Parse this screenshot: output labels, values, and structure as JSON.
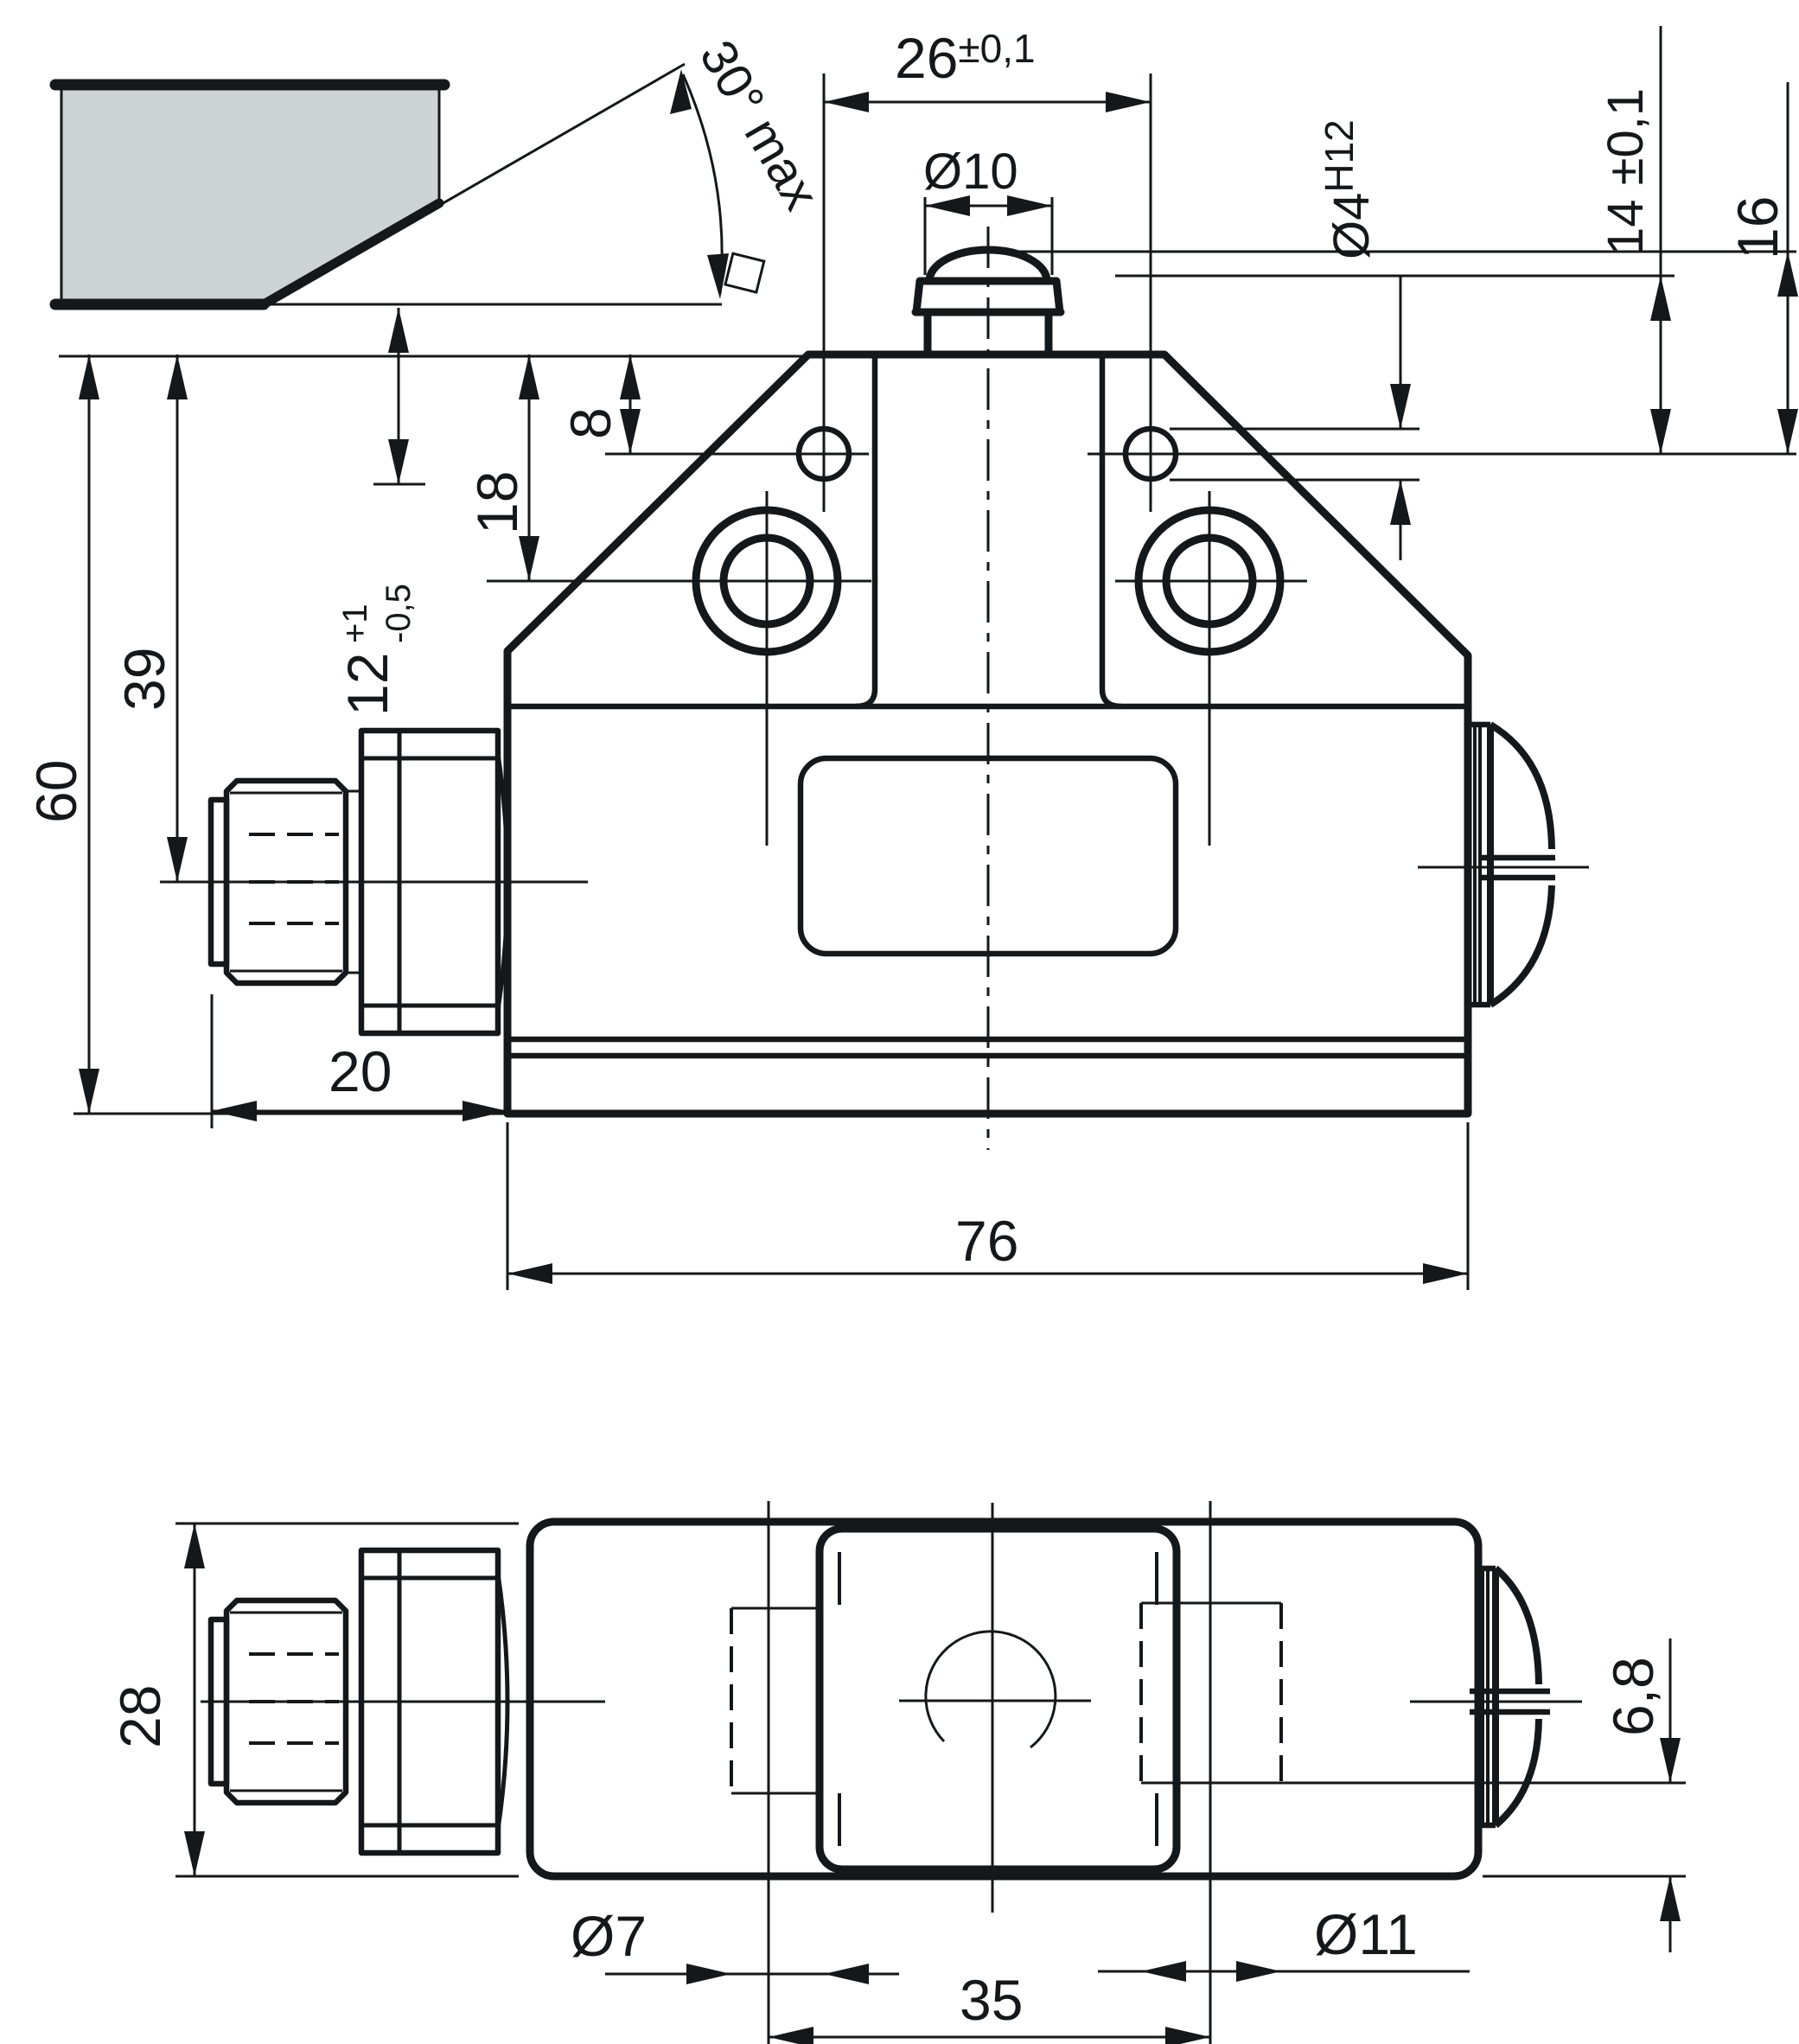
{
  "drawing": {
    "kind": "technical dimensional drawing",
    "subject": "limit switch with dome plunger, M12 connector and slotted end cap",
    "views": [
      "side elevation with actuating cam",
      "bottom plan view"
    ],
    "line_color": "#15181a",
    "cam_fill": "#cdd2d2"
  },
  "dims": {
    "d26": "26",
    "d26_tol": "±0,1",
    "d10": "Ø10",
    "d4": "Ø4",
    "d4_fit": "H12",
    "d14": "14 ±0,1",
    "d16": "16",
    "d8": "8",
    "d18": "18",
    "d12": "12",
    "d12_plus": "+1",
    "d12_minus": "-0,5",
    "d39": "39",
    "d60": "60",
    "d30": "30° max",
    "d20": "20",
    "d76": "76",
    "d28": "28",
    "d7": "Ø7",
    "d35": "35",
    "d11": "Ø11",
    "d68": "6,8"
  }
}
